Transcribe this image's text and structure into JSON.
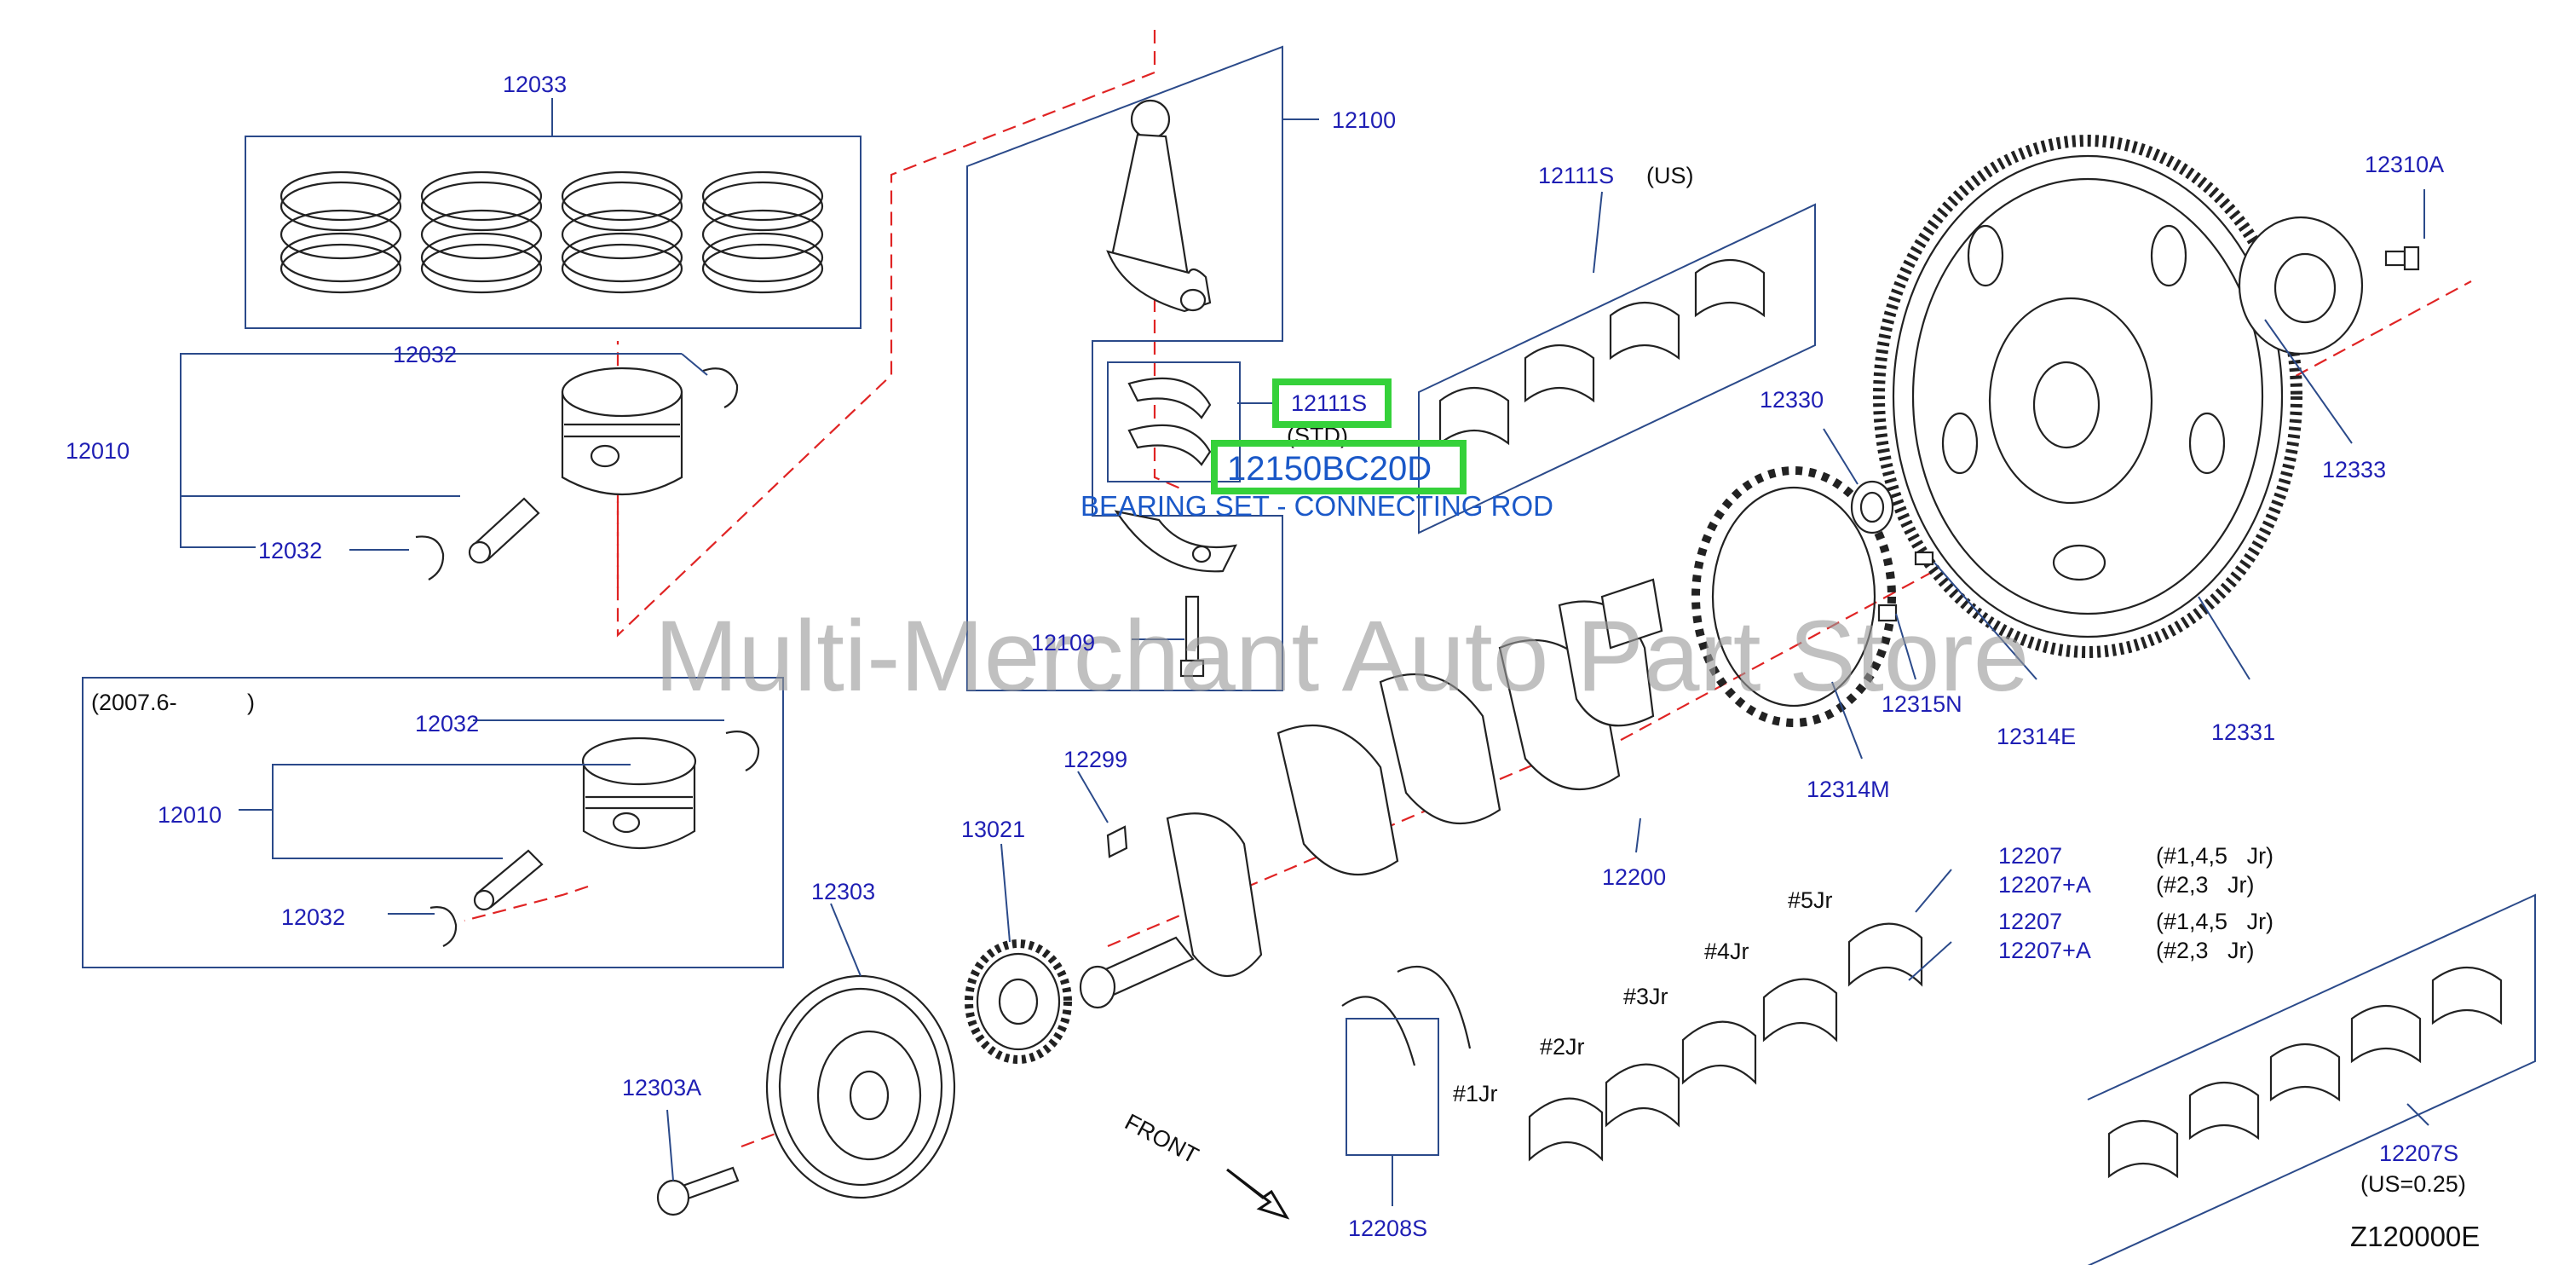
{
  "diagram": {
    "watermark": "Multi-Merchant Auto Part Store",
    "diagram_code": "Z120000E",
    "highlight": {
      "callout": "12111S",
      "part_number": "12150BC20D",
      "description": "BEARING SET - CONNECTING ROD"
    },
    "labels": {
      "p12033": "12033",
      "p12100": "12100",
      "p12111s_us": "12111S",
      "us_note": "(US)",
      "p12310a": "12310A",
      "p12032_a": "12032",
      "p12010_a": "12010",
      "p12032_b": "12032",
      "std_note": "(STD)",
      "p12330": "12330",
      "p12333": "12333",
      "p12109": "12109",
      "p12315n": "12315N",
      "p12314e": "12314E",
      "p12331": "12331",
      "date_note": "(2007.6-",
      "date_close": ")",
      "p12032_c": "12032",
      "p12010_b": "12010",
      "p12032_d": "12032",
      "p12299": "12299",
      "p12314m": "12314M",
      "p13021": "13021",
      "p12303": "12303",
      "p12200": "12200",
      "p12303a": "12303A",
      "p12207_a": "12207",
      "p12207a_a": "12207+A",
      "p12207_b": "12207",
      "p12207a_b": "12207+A",
      "jr145_a": "(#1,4,5   Jr)",
      "jr23_a": "(#2,3   Jr)",
      "jr145_b": "(#1,4,5   Jr)",
      "jr23_b": "(#2,3   Jr)",
      "jr5": "#5Jr",
      "jr4": "#4Jr",
      "jr3": "#3Jr",
      "jr2": "#2Jr",
      "jr1": "#1Jr",
      "front": "FRONT",
      "p12208s": "12208S",
      "p12207s": "12207S",
      "us025": "(US=0.25)"
    }
  }
}
